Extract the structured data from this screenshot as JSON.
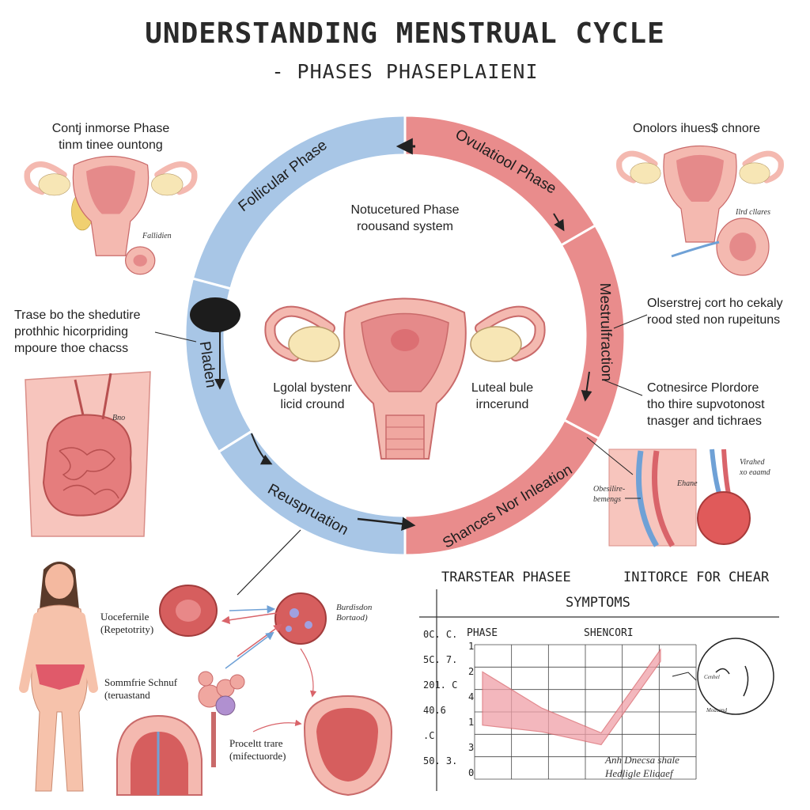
{
  "header": {
    "title": "UNDERSTANDING MENSTRUAL CYCLE",
    "subtitle": "- PHASES PHASEPLAIENI"
  },
  "wheel": {
    "segments": [
      {
        "label": "Follicular Phase",
        "color": "#a8c6e6"
      },
      {
        "label": "Ovulatiool Phase",
        "color": "#e98c8c"
      },
      {
        "label": "Mestrulfraction",
        "color": "#e98c8c"
      },
      {
        "label": "Shances Nor Inleation",
        "color": "#e98c8c"
      },
      {
        "label": "Reuspruation",
        "color": "#a8c6e6"
      },
      {
        "label": "Pladen",
        "color": "#a8c6e6"
      }
    ],
    "center_top": [
      "Notucetured Phase",
      "roousand system"
    ],
    "center_left": [
      "Lgolal bystenr",
      "licid cround"
    ],
    "center_right": [
      "Luteal bule",
      "irncerund"
    ]
  },
  "callouts": {
    "top_left": [
      "Contj inmorse Phase",
      "tinm tinee ountong"
    ],
    "top_left_small": "Fallidien",
    "top_right": "Onolors ihues$ chnore",
    "top_right_small": "Ilrd cllares",
    "mid_left": [
      "Trase bo the shedutire",
      "prothhic hicorpriding",
      "mpoure thoe chacss"
    ],
    "mid_left_small": "Bno",
    "mid_right_1": [
      "Olserstrej cort ho cekaly",
      "rood sted non rupeituns"
    ],
    "mid_right_2": [
      "Cotnesirce Plordore",
      "tho thire supvotonost",
      "tnasger and tichraes"
    ],
    "vessel_labels": [
      "Obesilire-",
      "bemengs",
      "Ehane",
      "Virahed",
      "xo eaamd"
    ],
    "bottom_left_1": [
      "Uocefernile",
      "(Repetotrity)"
    ],
    "bottom_left_2": [
      "Sommfrie Schnuf",
      "(teruastand"
    ],
    "bottom_mid_1": [
      "Burdisdon",
      "Bortaod)"
    ],
    "bottom_mid_2": [
      "Proceltt trare",
      "(mifectuorde)"
    ]
  },
  "chart": {
    "header_left": "TRARSTEAR PHASEE",
    "header_right": "INITORCE FOR CHEAR",
    "header_sub": "SYMPTOMS",
    "col_phase": "PHASE",
    "col_shencori": "SHENCORI",
    "left_ticks": [
      "0C. C.",
      "5C. 7.",
      "201. C",
      "40.6",
      ".C",
      "50. 3."
    ],
    "right_ticks": [
      "1",
      "2",
      "4",
      "1",
      "3",
      "0"
    ],
    "note": [
      "Anh Dnecsa shale",
      "Hedligle Eliaaef"
    ],
    "icon_labels": [
      "Cenhel",
      "Moasand"
    ]
  },
  "chart_data": {
    "type": "area",
    "x": [
      0,
      1,
      2,
      3
    ],
    "series": [
      {
        "values": [
          3.0,
          2.2,
          1.5,
          4.6
        ]
      }
    ],
    "ylim": [
      0,
      5
    ]
  },
  "colors": {
    "blue": "#a8c6e6",
    "pink": "#e98c8c",
    "tissue": "#f4b9b0",
    "tissue_dark": "#d9646a",
    "ovary": "#f7e6b5"
  }
}
